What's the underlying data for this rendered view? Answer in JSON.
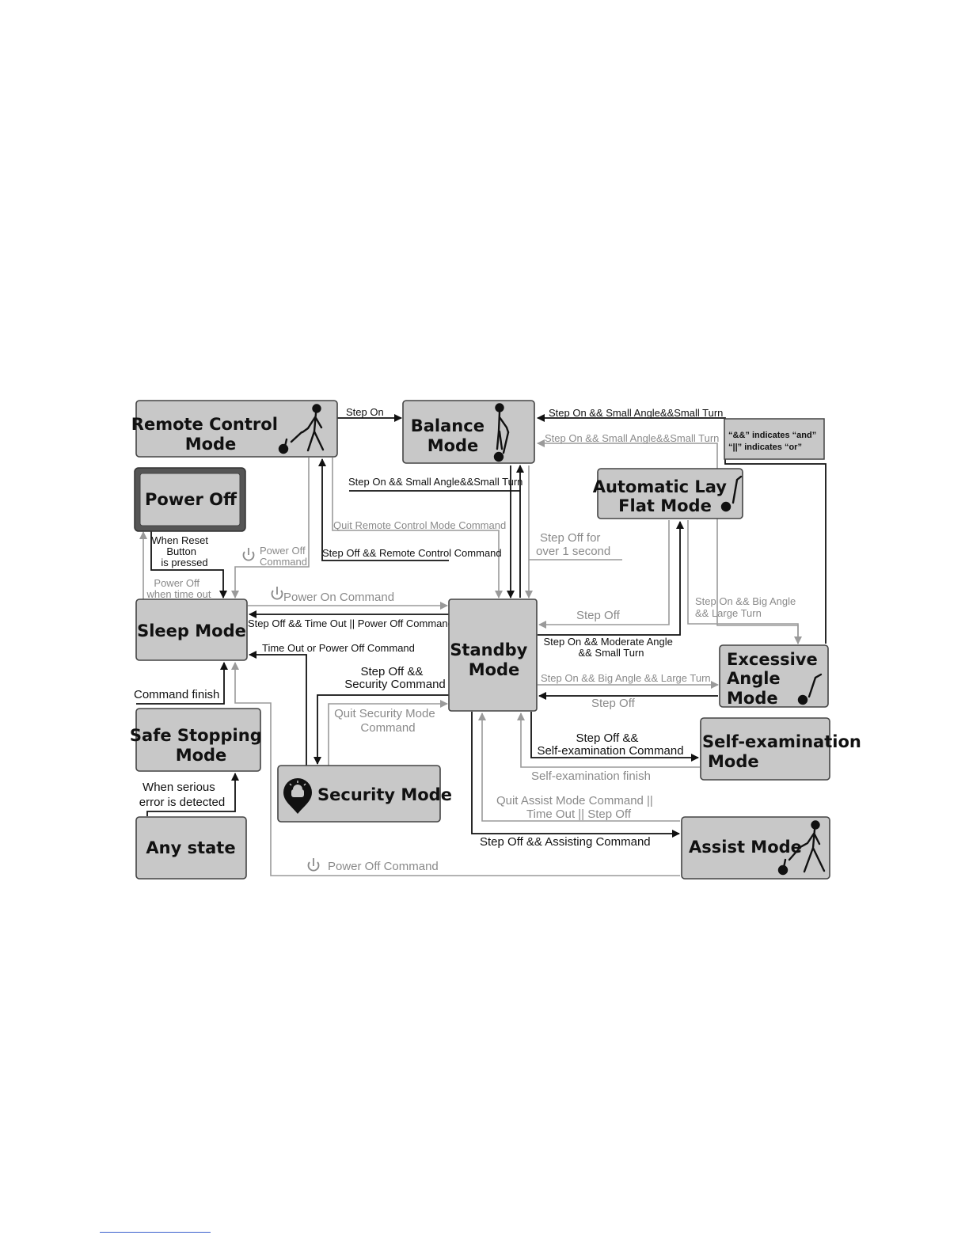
{
  "nodes": {
    "remote_control": [
      "Remote Control",
      "Mode"
    ],
    "balance": [
      "Balance",
      "Mode"
    ],
    "power_off": [
      "Power Off"
    ],
    "automatic_lay_flat": [
      "Automatic Lay",
      "Flat Mode"
    ],
    "sleep": [
      "Sleep Mode"
    ],
    "standby": [
      "Standby",
      "Mode"
    ],
    "excessive_angle": [
      "Excessive",
      "Angle",
      "Mode"
    ],
    "safe_stopping": [
      "Safe Stopping",
      "Mode"
    ],
    "self_examination": [
      "Self-examination",
      "Mode"
    ],
    "security": [
      "Security Mode"
    ],
    "any_state": [
      "Any state"
    ],
    "assist": [
      "Assist Mode"
    ]
  },
  "note": [
    "“&&” indicates “and”",
    "“||” indicates “or”"
  ],
  "edges": {
    "step_on": [
      "Step On"
    ],
    "balance_from_excessive_black": [
      "Step On && Small Angle&&Small Turn"
    ],
    "balance_from_excessive_gray": [
      "Step On && Small Angle&&Small Turn"
    ],
    "balance_from_standby": [
      "Step On && Small Angle&&Small Turn"
    ],
    "quit_remote": [
      "Quit Remote Control Mode Command"
    ],
    "step_off_remote": [
      "Step Off && Remote Control Command"
    ],
    "step_off_over_1s": [
      "Step Off for",
      "over 1 second"
    ],
    "reset_button": [
      "When Reset",
      "Button",
      "is pressed"
    ],
    "power_off_cmd_small": [
      "Power Off",
      "Command"
    ],
    "power_off_timeout": [
      "Power Off",
      "when time out"
    ],
    "power_on_cmd": [
      "Power On Command"
    ],
    "step_off_timeout": [
      "Step Off && Time Out || Power Off Command"
    ],
    "step_off_lay_flat": [
      "Step Off"
    ],
    "big_angle_to_excessive": [
      "Step On && Big Angle",
      "&& Large Turn"
    ],
    "moderate_angle": [
      "Step On && Moderate Angle",
      "&& Small Turn"
    ],
    "timeout_or_power_off": [
      "Time Out or Power Off Command"
    ],
    "step_off_security": [
      "Step Off &&",
      "Security Command"
    ],
    "big_angle_gray": [
      "Step On && Big Angle && Large Turn"
    ],
    "step_off_excessive": [
      "Step Off"
    ],
    "command_finish": [
      "Command finish"
    ],
    "quit_security": [
      "Quit Security Mode",
      "Command"
    ],
    "step_off_self_exam": [
      "Step Off &&",
      "Self-examination Command"
    ],
    "self_exam_finish": [
      "Self-examination finish"
    ],
    "serious_error": [
      "When serious",
      "error is detected"
    ],
    "quit_assist": [
      "Quit Assist Mode Command ||",
      "Time Out || Step Off"
    ],
    "step_off_assisting": [
      "Step Off && Assisting Command"
    ],
    "power_off_cmd_bottom": [
      "Power Off Command"
    ]
  },
  "icons": [
    "walking-with-robot-icon",
    "person-on-scooter-icon",
    "scooter-icon",
    "power-icon",
    "alarm-siren-icon"
  ]
}
